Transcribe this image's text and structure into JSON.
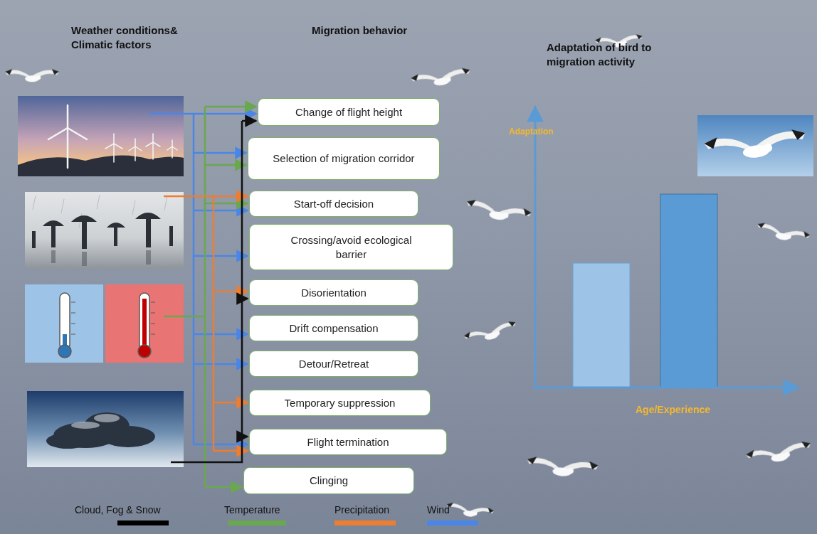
{
  "diagram": {
    "nodes": [
      {
        "text": [
          "Change of flight height"
        ]
      },
      {
        "text": [
          "Selection of migration corridor"
        ]
      },
      {
        "text": [
          "Start-off decision"
        ]
      },
      {
        "text": [
          "Crossing/avoid ecological barrier"
        ]
      },
      {
        "text": [
          "Disorientation"
        ]
      },
      {
        "text": [
          "Drift compensation"
        ]
      },
      {
        "text": [
          "Detour/Retreat"
        ]
      },
      {
        "text": [
          "Temporary suppression"
        ]
      },
      {
        "text": [
          "Flight termination"
        ]
      },
      {
        "text": [
          "Clinging"
        ]
      }
    ],
    "labels": [
      "Weather conditions& Climatic factors",
      "Migration behavior",
      "Adaptation of bird to migration activity",
      "Adaptation",
      "Age/Experience"
    ],
    "legend": [
      {
        "text": "Cloud, Fog & Snow",
        "color": "#000000"
      },
      {
        "text": "Temperature",
        "color": "#6aa84f"
      },
      {
        "text": "Precipitation",
        "color": "#ed7d31"
      },
      {
        "text": "Wind",
        "color": "#4a86e8"
      }
    ]
  }
}
